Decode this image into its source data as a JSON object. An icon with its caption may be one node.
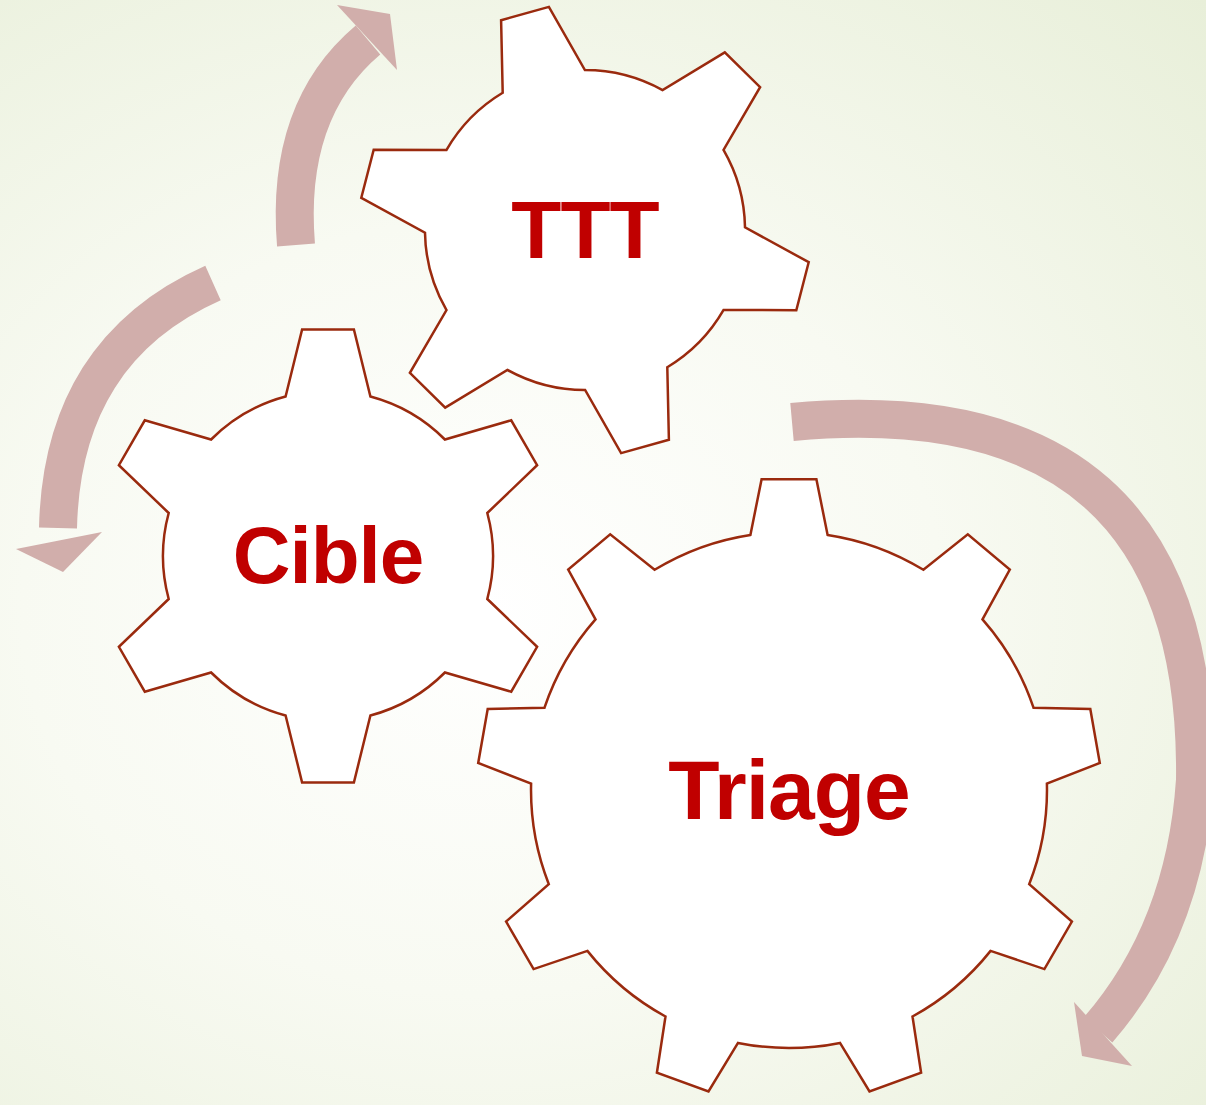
{
  "diagram": {
    "nodes": [
      {
        "text": [
          "TTT"
        ]
      },
      {
        "text": [
          "Cible"
        ]
      },
      {
        "text": [
          "Triage"
        ]
      }
    ]
  }
}
